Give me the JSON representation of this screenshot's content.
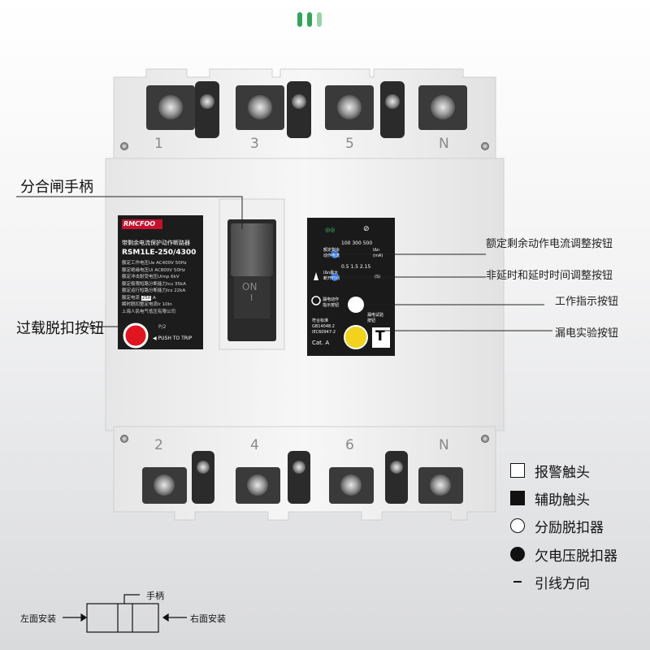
{
  "brand": "RMCFOO",
  "product": {
    "name_cn": "带剩余电流保护动作断路器",
    "model": "RSM1LE-250/4300",
    "specs": [
      "额定工作电压Ue AC400V 50Hz",
      "额定绝缘电压Ui AC800V 50Hz",
      "额定冲击耐受电压Uimp     6kV",
      "额定极限短路分断能力Icu 35kA",
      "额定运行短路分断能力Ics 22kA",
      "额定电流",
      "瞬时脱扣整定电流Ir       10In"
    ],
    "rated_current": "250",
    "rated_unit": "A",
    "manufacturer": "上海人民电气低压有限公司",
    "push_to_trip": "PUSH TO TRIP",
    "ptt_code": "P/2",
    "handle_text": "ON",
    "handle_sub": "I"
  },
  "terminals_top": [
    "1",
    "3",
    "5",
    "N"
  ],
  "terminals_bottom": [
    "2",
    "4",
    "6",
    "N"
  ],
  "rcd_panel": {
    "ma_values": "100  300  500",
    "ma_label": "额定剩余\n动作电流",
    "ma_unit": "IΔn\n(mA)",
    "s_values": "0.5  1.5  2.15",
    "s_label": "IΔn最大\n断开时间",
    "s_unit": "(S)",
    "indicator_label": "漏电动作\n指示按钮",
    "test_label": "漏电试验\n按钮",
    "standard_1": "符合标准",
    "standard_2": "GB14048.2",
    "standard_3": "IEC60947-2",
    "category": "Cat.  A",
    "test_letter": "T"
  },
  "callouts": {
    "handle": "分合闸手柄",
    "overload": "过载脱扣按钮",
    "residual_current": "额定剩余动作电流调整按钮",
    "delay_time": "非延时和延时时间调整按钮",
    "work_indicator": "工作指示按钮",
    "leak_test": "漏电实验按钮"
  },
  "legend": [
    {
      "symbol": "open-square",
      "label": "报警触头"
    },
    {
      "symbol": "filled-square",
      "label": "辅助触头"
    },
    {
      "symbol": "open-circle",
      "label": "分励脱扣器"
    },
    {
      "symbol": "filled-circle",
      "label": "欠电压脱扣器"
    },
    {
      "symbol": "dash",
      "label": "引线方向"
    }
  ],
  "mounting": {
    "left": "左面安装",
    "handle": "手柄",
    "right": "右面安装"
  },
  "colors": {
    "accent_green": "#2fa65a",
    "label_red": "#c8102e",
    "trip_button_red": "#e01520",
    "test_button_yellow": "#f2d21a",
    "body_white": "#f3f3f3",
    "panel_black": "#1a1a1a"
  }
}
